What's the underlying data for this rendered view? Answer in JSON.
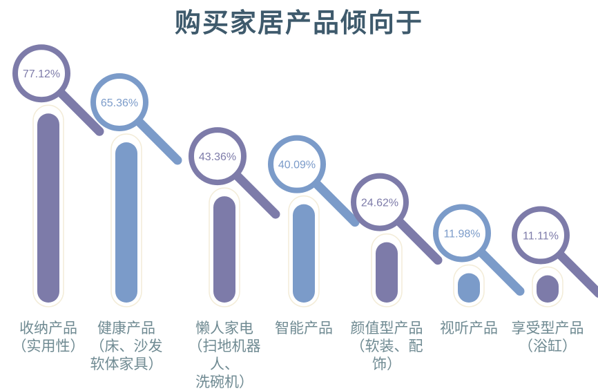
{
  "chart_data": {
    "type": "bar",
    "title": "购买家居产品倾向于",
    "categories": [
      "收纳产品（实用性）",
      "健康产品（床、沙发软体家具）",
      "懒人家电（扫地机器人、洗碗机）",
      "智能产品",
      "颜值型产品（软装、配饰）",
      "视听产品",
      "享受型产品（浴缸）"
    ],
    "category_lines": [
      [
        "收纳产品",
        "（实用性）"
      ],
      [
        "健康产品",
        "（床、沙发",
        "软体家具）"
      ],
      [
        "懒人家电",
        "（扫地机器人、",
        "洗碗机）"
      ],
      [
        "智能产品"
      ],
      [
        "颜值型产品",
        "（软装、配饰）"
      ],
      [
        "视听产品"
      ],
      [
        "享受型产品",
        "（浴缸）"
      ]
    ],
    "values": [
      77.12,
      65.36,
      43.36,
      40.09,
      24.62,
      11.98,
      11.11
    ],
    "value_labels": [
      "77.12%",
      "65.36%",
      "43.36%",
      "40.09%",
      "24.62%",
      "11.98%",
      "11.11%"
    ],
    "unit": "%",
    "ylim": [
      0,
      100
    ],
    "grid": false,
    "legend": "none",
    "icon": "magnifier-icon",
    "colors": {
      "dark": "#7d7ba9",
      "light": "#7b9bc9",
      "title": "#3e5a6c",
      "label": "#6f8a92",
      "outline": "#f3ecd8"
    }
  }
}
